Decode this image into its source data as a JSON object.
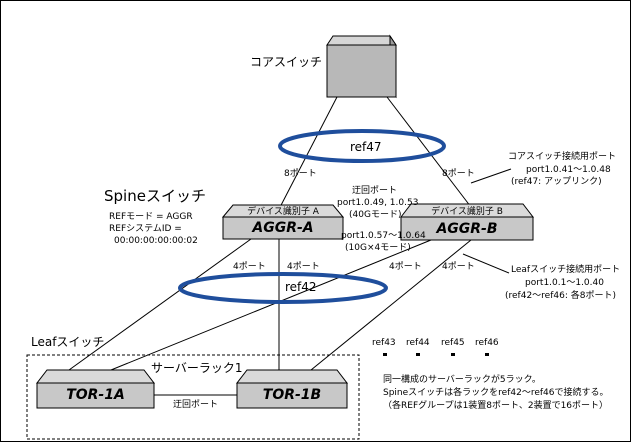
{
  "core": {
    "label": "コアスイッチ"
  },
  "rings": {
    "ref47": "ref47",
    "ref42": "ref42"
  },
  "spine": {
    "title": "Spineスイッチ",
    "info": [
      "REFモード = AGGR",
      "REFシステムID =",
      "00:00:00:00:00:02"
    ],
    "aggr_a": {
      "id_label": "デバイス識別子 A",
      "name": "AGGR-A"
    },
    "aggr_b": {
      "id_label": "デバイス識別子 B",
      "name": "AGGR-B"
    },
    "uplink_ports_a": "8ポート",
    "uplink_ports_b": "8ポート",
    "down_a1": "4ポート",
    "down_a2": "4ポート",
    "down_b1": "4ポート",
    "down_b2": "4ポート"
  },
  "detour": {
    "title": "迂回ポート",
    "ports1": "port1.0.49, 1.0.53",
    "mode1": "(40Gモード)",
    "ports2": "port1.0.57～1.0.64",
    "mode2": "(10G×4モード)"
  },
  "core_ports": {
    "title": "コアスイッチ接続用ポート",
    "range": "port1.0.41～1.0.48",
    "note": "(ref47: アップリンク)"
  },
  "leaf_ports": {
    "title": "Leafスイッチ接続用ポート",
    "range": "port1.0.1～1.0.40",
    "note": "(ref42～ref46: 各8ポート)"
  },
  "leaf": {
    "title": "Leafスイッチ",
    "rack": "サーバーラック1",
    "tor_a": "TOR-1A",
    "tor_b": "TOR-1B",
    "detour_port": "迂回ポート"
  },
  "refs": [
    "ref43",
    "ref44",
    "ref45",
    "ref46"
  ],
  "notes": [
    "同一構成のサーバーラックが5ラック。",
    "Spineスイッチは各ラックをref42～ref46で接続する。",
    "（各REFグループは1装置8ポート、2装置で16ポート）"
  ],
  "colors": {
    "ring": "#1f4e9c",
    "core_fill": "#b8b8b8",
    "switch_fill": "#c8c8c8"
  }
}
